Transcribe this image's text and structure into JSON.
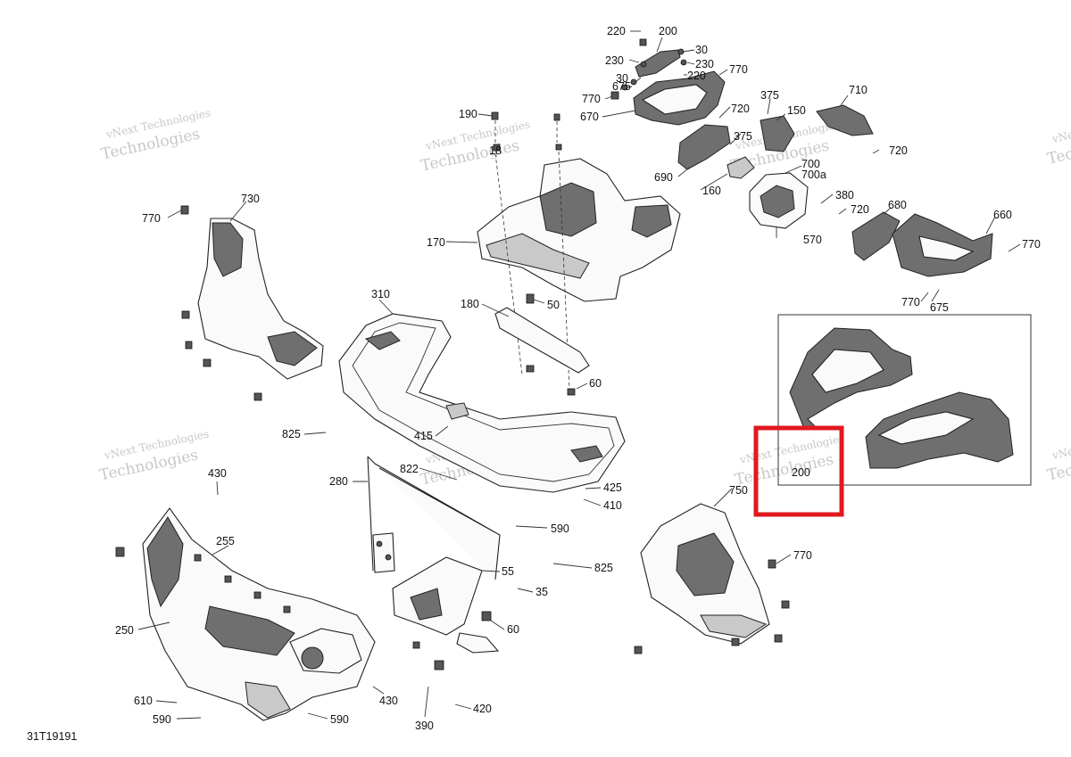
{
  "diagram": {
    "code": "31T19191",
    "watermark": {
      "line1": "vNext Technologies",
      "line2": "Technologies"
    },
    "highlight_color": "#e0191f",
    "labels": [
      {
        "id": "l220a",
        "text": "220"
      },
      {
        "id": "l200a",
        "text": "200"
      },
      {
        "id": "l30a",
        "text": "30"
      },
      {
        "id": "l230a",
        "text": "230"
      },
      {
        "id": "l230b",
        "text": "230"
      },
      {
        "id": "l220b",
        "text": "220"
      },
      {
        "id": "l30b",
        "text": "30"
      },
      {
        "id": "l770a",
        "text": "770"
      },
      {
        "id": "l675a",
        "text": "675"
      },
      {
        "id": "l770b",
        "text": "770"
      },
      {
        "id": "l670",
        "text": "670"
      },
      {
        "id": "l375a",
        "text": "375"
      },
      {
        "id": "l710",
        "text": "710"
      },
      {
        "id": "l720a",
        "text": "720"
      },
      {
        "id": "l150",
        "text": "150"
      },
      {
        "id": "l375b",
        "text": "375"
      },
      {
        "id": "l720b",
        "text": "720"
      },
      {
        "id": "l690",
        "text": "690"
      },
      {
        "id": "l700",
        "text": "700"
      },
      {
        "id": "l700a",
        "text": "700a"
      },
      {
        "id": "l160",
        "text": "160"
      },
      {
        "id": "l380",
        "text": "380"
      },
      {
        "id": "l720c",
        "text": "720"
      },
      {
        "id": "l570",
        "text": "570"
      },
      {
        "id": "l680",
        "text": "680"
      },
      {
        "id": "l660",
        "text": "660"
      },
      {
        "id": "l770c",
        "text": "770"
      },
      {
        "id": "l770d",
        "text": "770"
      },
      {
        "id": "l675b",
        "text": "675"
      },
      {
        "id": "l190",
        "text": "190"
      },
      {
        "id": "l18",
        "text": "18"
      },
      {
        "id": "l730",
        "text": "730"
      },
      {
        "id": "l770e",
        "text": "770"
      },
      {
        "id": "l170",
        "text": "170"
      },
      {
        "id": "l310",
        "text": "310"
      },
      {
        "id": "l180",
        "text": "180"
      },
      {
        "id": "l50",
        "text": "50"
      },
      {
        "id": "l60a",
        "text": "60"
      },
      {
        "id": "l825a",
        "text": "825"
      },
      {
        "id": "l415",
        "text": "415"
      },
      {
        "id": "l822",
        "text": "822"
      },
      {
        "id": "l280",
        "text": "280"
      },
      {
        "id": "l425",
        "text": "425"
      },
      {
        "id": "l410",
        "text": "410"
      },
      {
        "id": "l430a",
        "text": "430"
      },
      {
        "id": "l590a",
        "text": "590"
      },
      {
        "id": "l255",
        "text": "255"
      },
      {
        "id": "l825b",
        "text": "825"
      },
      {
        "id": "l55",
        "text": "55"
      },
      {
        "id": "l35",
        "text": "35"
      },
      {
        "id": "l250",
        "text": "250"
      },
      {
        "id": "l60b",
        "text": "60"
      },
      {
        "id": "l610",
        "text": "610"
      },
      {
        "id": "l430b",
        "text": "430"
      },
      {
        "id": "l590b",
        "text": "590"
      },
      {
        "id": "l590c",
        "text": "590"
      },
      {
        "id": "l390",
        "text": "390"
      },
      {
        "id": "l420",
        "text": "420"
      },
      {
        "id": "l750",
        "text": "750"
      },
      {
        "id": "l770f",
        "text": "770"
      },
      {
        "id": "l200b",
        "text": "200"
      }
    ]
  }
}
